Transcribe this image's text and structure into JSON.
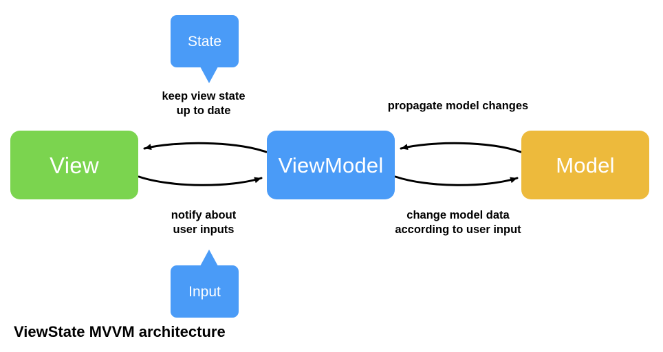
{
  "diagram": {
    "caption": "ViewState MVVM architecture",
    "colors": {
      "view": "#7BD44F",
      "viewmodel": "#4A9BF7",
      "model": "#EDBA3C",
      "callout": "#4A9BF7",
      "arrow": "#000000",
      "text": "#000000",
      "node_text": "#FFFFFF",
      "background": "#FFFFFF"
    },
    "nodes": [
      {
        "id": "view",
        "label": "View"
      },
      {
        "id": "viewmodel",
        "label": "ViewModel"
      },
      {
        "id": "model",
        "label": "Model"
      }
    ],
    "callouts": [
      {
        "id": "state",
        "label": "State",
        "tail": "down"
      },
      {
        "id": "input",
        "label": "Input",
        "tail": "up"
      }
    ],
    "annotations": [
      {
        "id": "keep-view-state",
        "text": "keep view state\nup to date"
      },
      {
        "id": "propagate",
        "text": "propagate model changes"
      },
      {
        "id": "notify",
        "text": "notify about\nuser inputs"
      },
      {
        "id": "change-model",
        "text": "change model data\naccording to user input"
      }
    ],
    "edges": [
      {
        "id": "viewmodel-to-view",
        "from": "viewmodel",
        "to": "view",
        "label": "keep view state up to date",
        "direction": "left"
      },
      {
        "id": "view-to-viewmodel",
        "from": "view",
        "to": "viewmodel",
        "label": "notify about user inputs",
        "direction": "right"
      },
      {
        "id": "model-to-viewmodel",
        "from": "model",
        "to": "viewmodel",
        "label": "propagate model changes",
        "direction": "left"
      },
      {
        "id": "viewmodel-to-model",
        "from": "viewmodel",
        "to": "model",
        "label": "change model data according to user input",
        "direction": "right"
      }
    ]
  }
}
